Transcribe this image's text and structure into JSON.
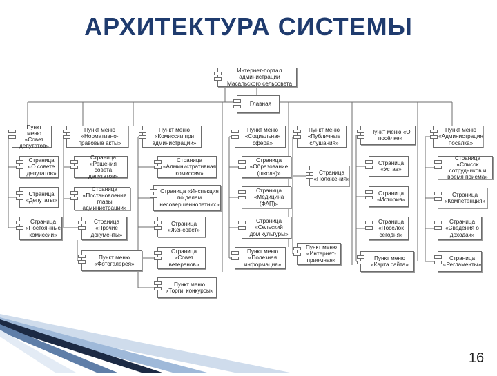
{
  "title": "АРХИТЕКТУРА СИСТЕМЫ",
  "page_number": "16",
  "colors": {
    "title": "#1f3b6e",
    "line": "#6d6d6d",
    "accent_stripe_dark": "#1c2a44",
    "accent_stripe_light": "#aac3e0"
  },
  "diagram": {
    "root": "Интернет-портал администрации Масальского сельсовета",
    "main": "Главная",
    "columns": [
      {
        "menu": "Пункт меню «Совет депутатов»",
        "pages": [
          "Страница «О совете депутатов»",
          "Страница «Депутаты»",
          "Страница «Постоянные комиссии»"
        ]
      },
      {
        "menu": "Пункт меню «Нормативно-правовые акты»",
        "pages": [
          "Страница «Решения совета депутатов»",
          "Страница «Постановления главы администрации»",
          "Страница «Прочие документы»"
        ],
        "extra": "Пункт меню «Фотогалерея»"
      },
      {
        "menu": "Пункт меню «Комиссии при администрации»",
        "pages": [
          "Страница «Административная комиссия»",
          "Страница «Инспекция по делам несовершеннолетних»",
          "Страница «Женсовет»",
          "Страница «Совет ветеранов»"
        ],
        "extra": "Пункт меню «Торги, конкурсы»"
      },
      {
        "menu": "Пункт меню «Социальная сфера»",
        "pages": [
          "Страница «Образование (школа)»",
          "Страница «Медицина (ФАП)»",
          "Страница «Сельский дом культуры»"
        ],
        "extra": "Пункт меню «Полезная информация»"
      },
      {
        "menu": "Пункт меню «Публичные слушания»",
        "pages": [
          "Страница «Положения»"
        ],
        "extra": "Пункт меню «Интернет-приемная»"
      },
      {
        "menu": "Пункт меню «О посёлке»",
        "pages": [
          "Страница «Устав»",
          "Страница «История»",
          "Страница «Посёлок сегодня»"
        ],
        "extra": "Пункт меню «Карта сайта»"
      },
      {
        "menu": "Пункт меню «Администрация посёлка»",
        "pages": [
          "Страница «Список сотрудников и время приема»",
          "Страница «Компетенция»",
          "Страница «Сведения о доходах»",
          "Страница «Регламенты»"
        ]
      }
    ]
  }
}
